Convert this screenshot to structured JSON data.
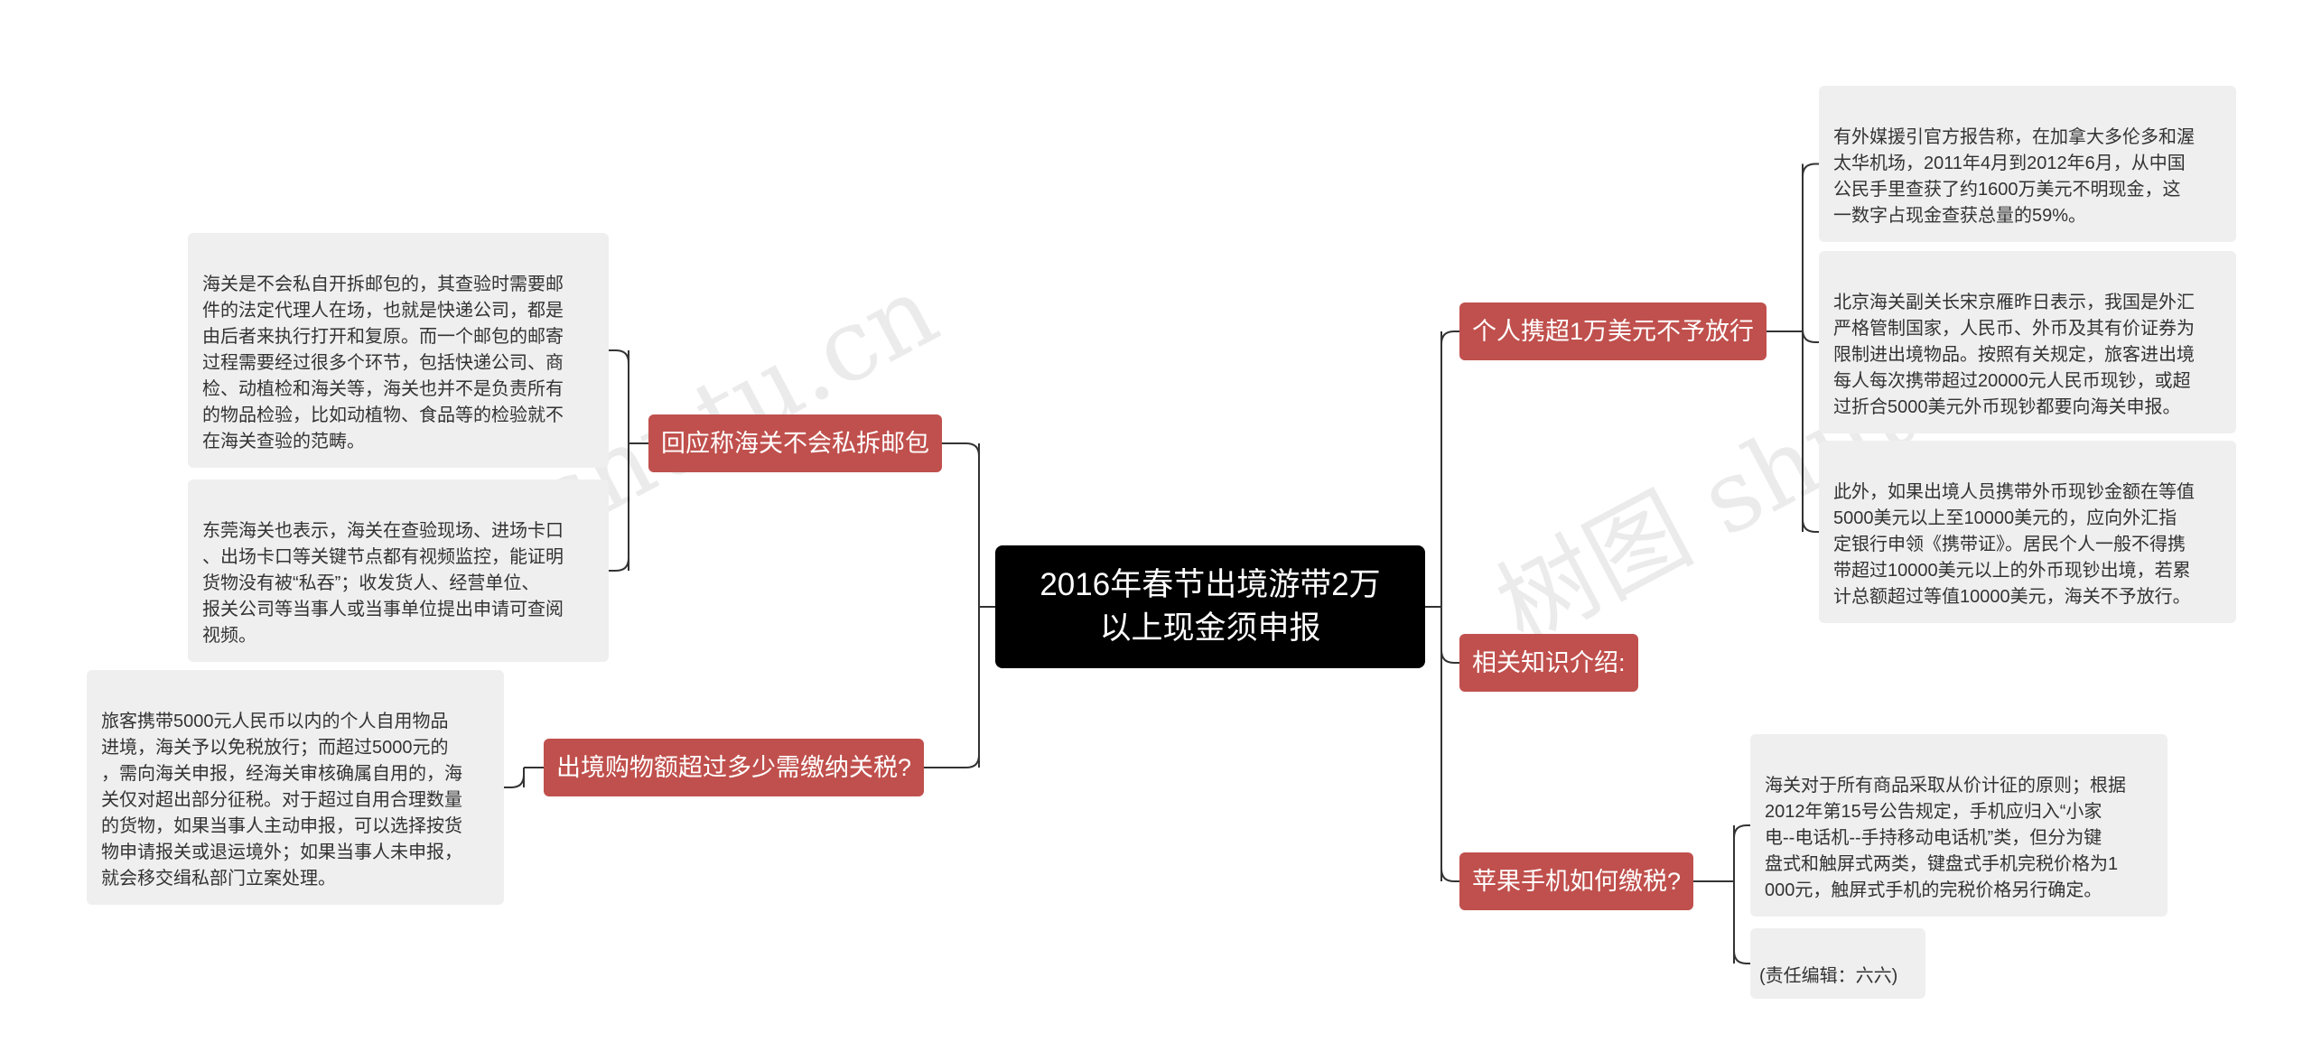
{
  "root": {
    "title": "2016年春节出境游带2万\n以上现金须申报"
  },
  "left_branches": [
    {
      "label": "回应称海关不会私拆邮包",
      "details": [
        "海关是不会私自开拆邮包的，其查验时需要邮\n件的法定代理人在场，也就是快递公司，都是\n由后者来执行打开和复原。而一个邮包的邮寄\n过程需要经过很多个环节，包括快递公司、商\n检、动植检和海关等，海关也并不是负责所有\n的物品检验，比如动植物、食品等的检验就不\n在海关查验的范畴。",
        "东莞海关也表示，海关在查验现场、进场卡口\n、出场卡口等关键节点都有视频监控，能证明\n货物没有被“私吞”；收发货人、经营单位、\n报关公司等当事人或当事单位提出申请可查阅\n视频。"
      ]
    },
    {
      "label": "出境购物额超过多少需缴纳关税?",
      "details": [
        "旅客携带5000元人民币以内的个人自用物品\n进境，海关予以免税放行；而超过5000元的\n，需向海关申报，经海关审核确属自用的，海\n关仅对超出部分征税。对于超过自用合理数量\n的货物，如果当事人主动申报，可以选择按货\n物申请报关或退运境外；如果当事人未申报，\n就会移交缉私部门立案处理。"
      ]
    }
  ],
  "right_branches": [
    {
      "label": "个人携超1万美元不予放行",
      "details": [
        "有外媒援引官方报告称，在加拿大多伦多和渥\n太华机场，2011年4月到2012年6月，从中国\n公民手里查获了约1600万美元不明现金，这\n一数字占现金查获总量的59%。",
        "北京海关副关长宋京雁昨日表示，我国是外汇\n严格管制国家，人民币、外币及其有价证券为\n限制进出境物品。按照有关规定，旅客进出境\n每人每次携带超过20000元人民币现钞，或超\n过折合5000美元外币现钞都要向海关申报。",
        "此外，如果出境人员携带外币现钞金额在等值\n5000美元以上至10000美元的，应向外汇指\n定银行申领《携带证》。居民个人一般不得携\n带超过10000美元以上的外币现钞出境，若累\n计总额超过等值10000美元，海关不予放行。"
      ]
    },
    {
      "label": "相关知识介绍:",
      "details": []
    },
    {
      "label": "苹果手机如何缴税?",
      "details": [
        "海关对于所有商品采取从价计征的原则；根据\n2012年第15号公告规定，手机应归入“小家\n电--电话机--手持移动电话机”类，但分为键\n盘式和触屏式两类，键盘式手机完税价格为1\n000元，触屏式手机的完税价格另行确定。",
        "(责任编辑：六六)"
      ]
    }
  ],
  "watermarks": [
    "树图 shutu.cn",
    "树图 shutu.cn"
  ],
  "colors": {
    "branch": "#c0504d",
    "root": "#000000",
    "leaf": "#efefef",
    "line": "#333333"
  }
}
